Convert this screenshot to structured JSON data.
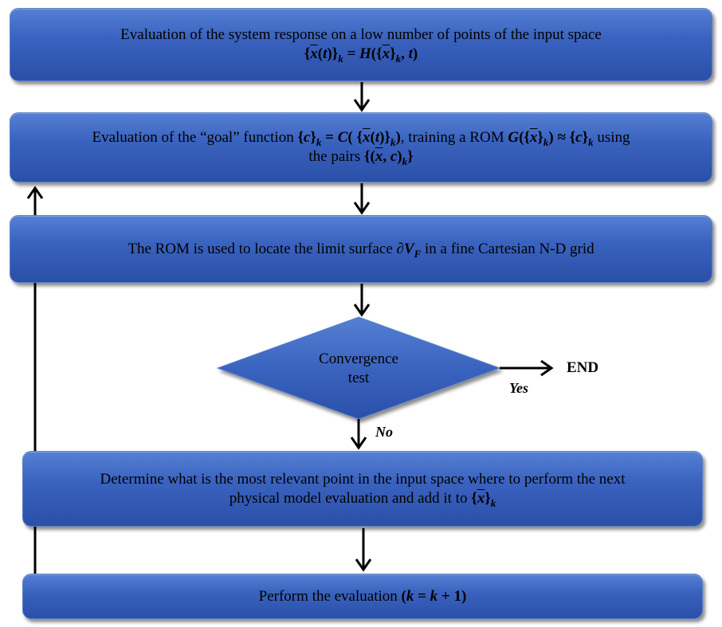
{
  "steps": [
    {
      "id": "evaluate-response",
      "text": "Evaluation of the system response on a low number of points of the input space",
      "formula": "{x̄(t)}ₖ = H({x̄}ₖ, t)"
    },
    {
      "id": "goal-function",
      "text_a": "Evaluation of the “goal” function",
      "formula_a": "{c}ₖ = C( {x̄(t)}ₖ)",
      "text_b": ", training a ROM",
      "formula_b": "G({x̄}ₖ) ≈ {c}ₖ",
      "text_c": "using",
      "text_d": "the pairs",
      "formula_d": "{(x̄, c)ₖ}"
    },
    {
      "id": "locate-limit-surface",
      "text_a": "The ROM is used to locate the limit surface",
      "formula": "∂V_F",
      "text_b": "in a fine Cartesian N-D grid"
    },
    {
      "id": "determine-point",
      "text_a": "Determine what is the most relevant point in the input space where to perform the next",
      "text_b": "physical model evaluation and add it to",
      "formula": "{x̄}ₖ"
    },
    {
      "id": "perform-evaluation",
      "text": "Perform the evaluation",
      "formula": "(k = k + 1)"
    }
  ],
  "decision": {
    "line1": "Convergence",
    "line2": "test",
    "yes_label": "Yes",
    "no_label": "No",
    "end_label": "END"
  },
  "colors": {
    "box_fill": "#3a63bf",
    "box_border": "#5a7fc8",
    "arrow": "#000000"
  }
}
